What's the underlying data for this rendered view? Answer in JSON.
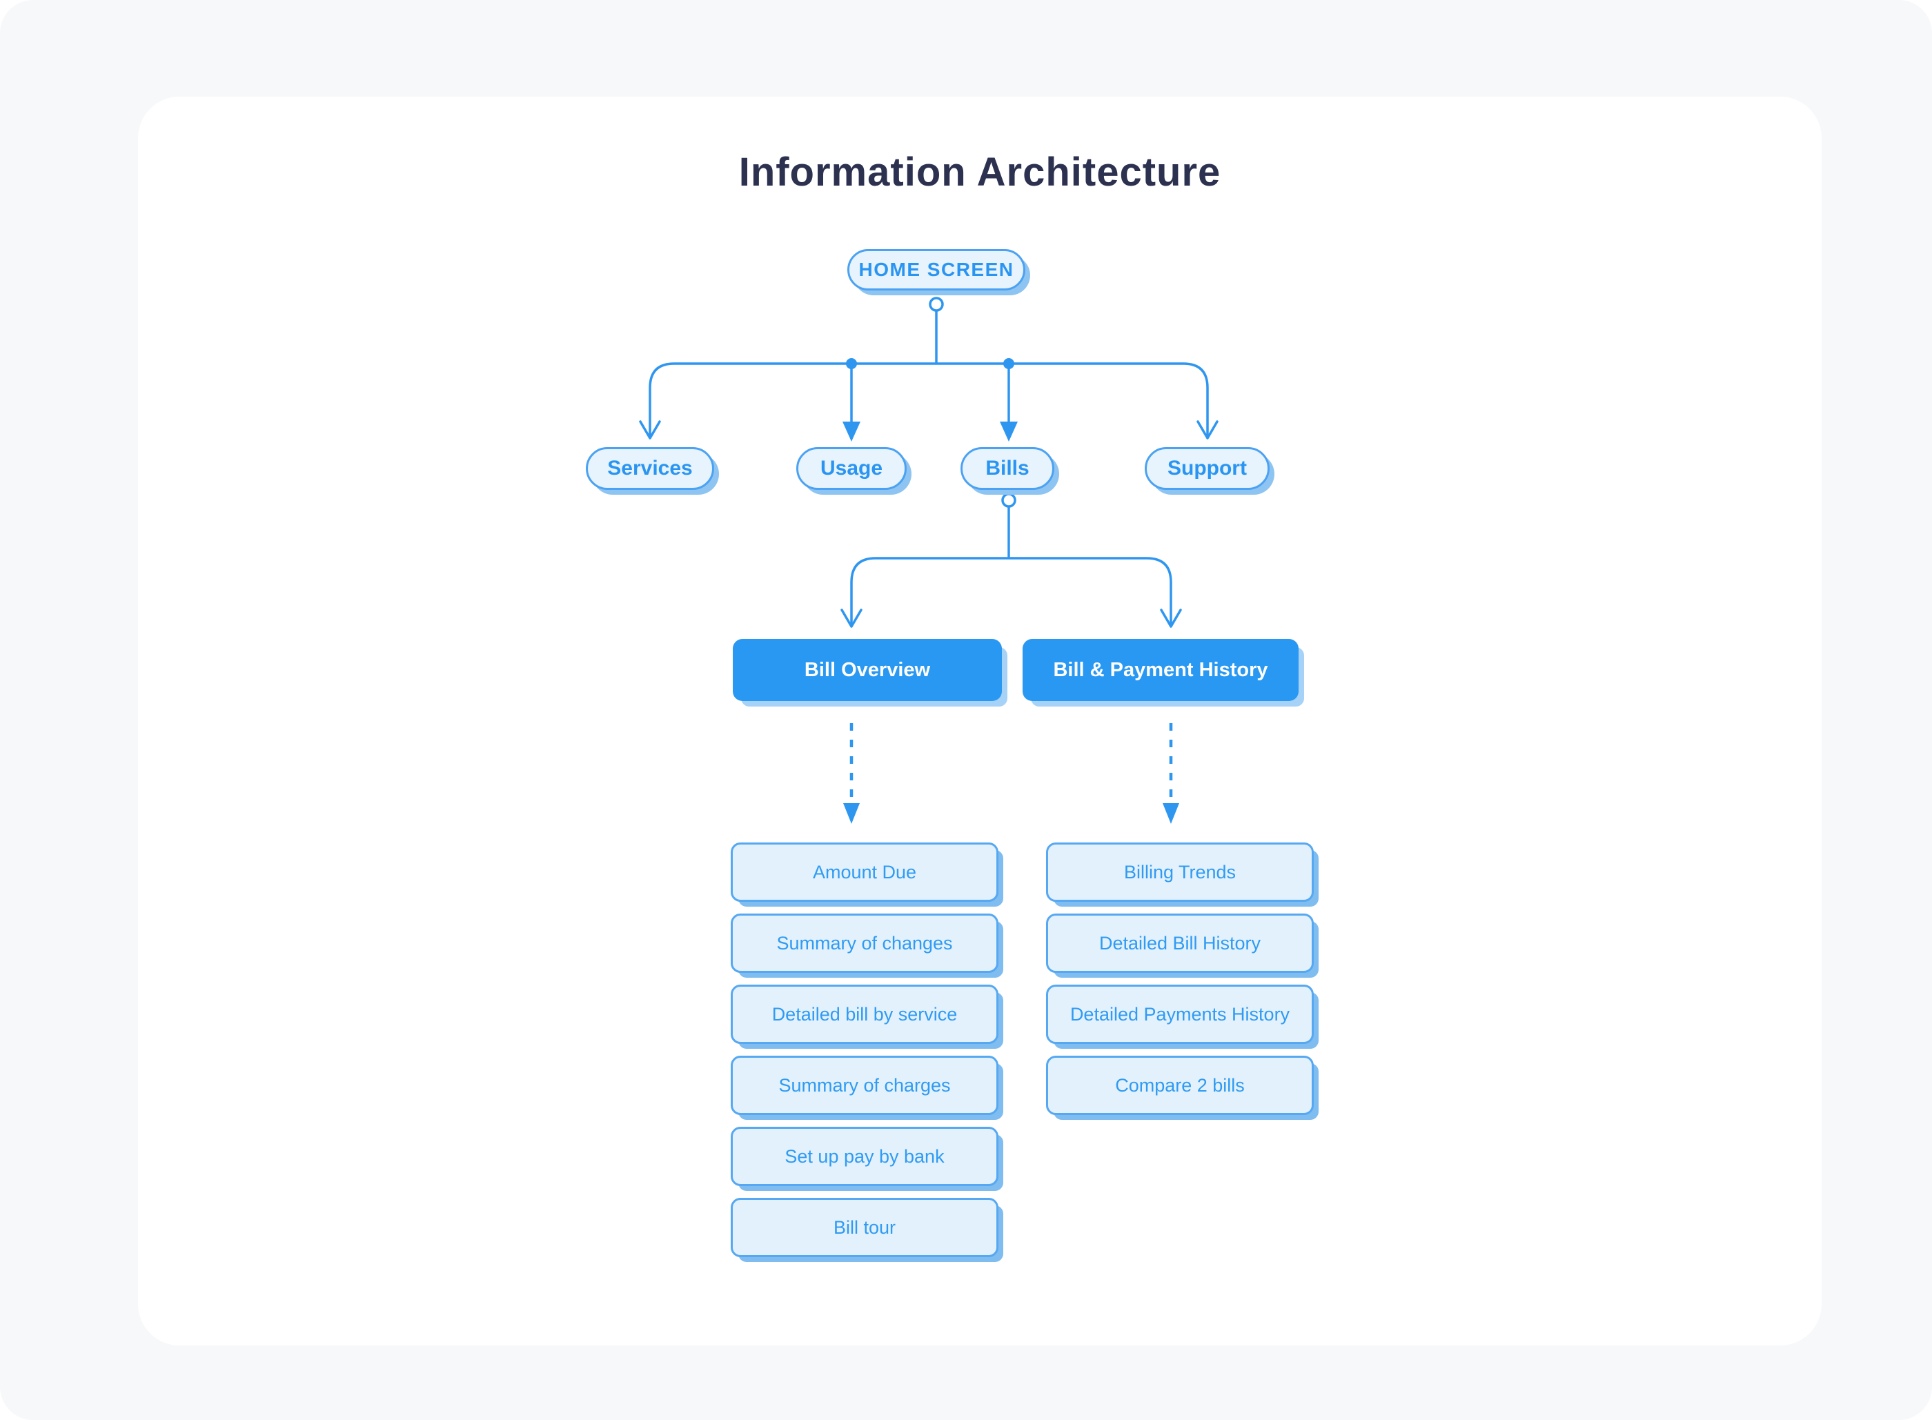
{
  "title": "Information Architecture",
  "diagram": {
    "root": {
      "label": "HOME SCREEN"
    },
    "level1": {
      "services": "Services",
      "usage": "Usage",
      "bills": "Bills",
      "support": "Support"
    },
    "bills_children": {
      "bill_overview": {
        "label": "Bill Overview",
        "items": [
          "Amount Due",
          "Summary of changes",
          "Detailed bill by service",
          "Summary of charges",
          "Set up pay by bank",
          "Bill tour"
        ]
      },
      "bill_payment_history": {
        "label": "Bill & Payment History",
        "items": [
          "Billing Trends",
          "Detailed Bill History",
          "Detailed Payments History",
          "Compare 2 bills"
        ]
      }
    }
  },
  "colors": {
    "accent_blue": "#2f96f0",
    "node_fill": "#e7f3fd",
    "node_border": "#4ba2f2",
    "node_text": "#2a95f1",
    "solid_button_fill": "#2998f2",
    "solid_button_text": "#ffffff",
    "pill_shadow": "#8ec4f1",
    "box_shadow": "#7fbcf0",
    "button_shadow": "#a6d2f7",
    "title_text": "#2d3150",
    "page_bg": "#f7f8f9",
    "card_bg": "#ffffff"
  }
}
